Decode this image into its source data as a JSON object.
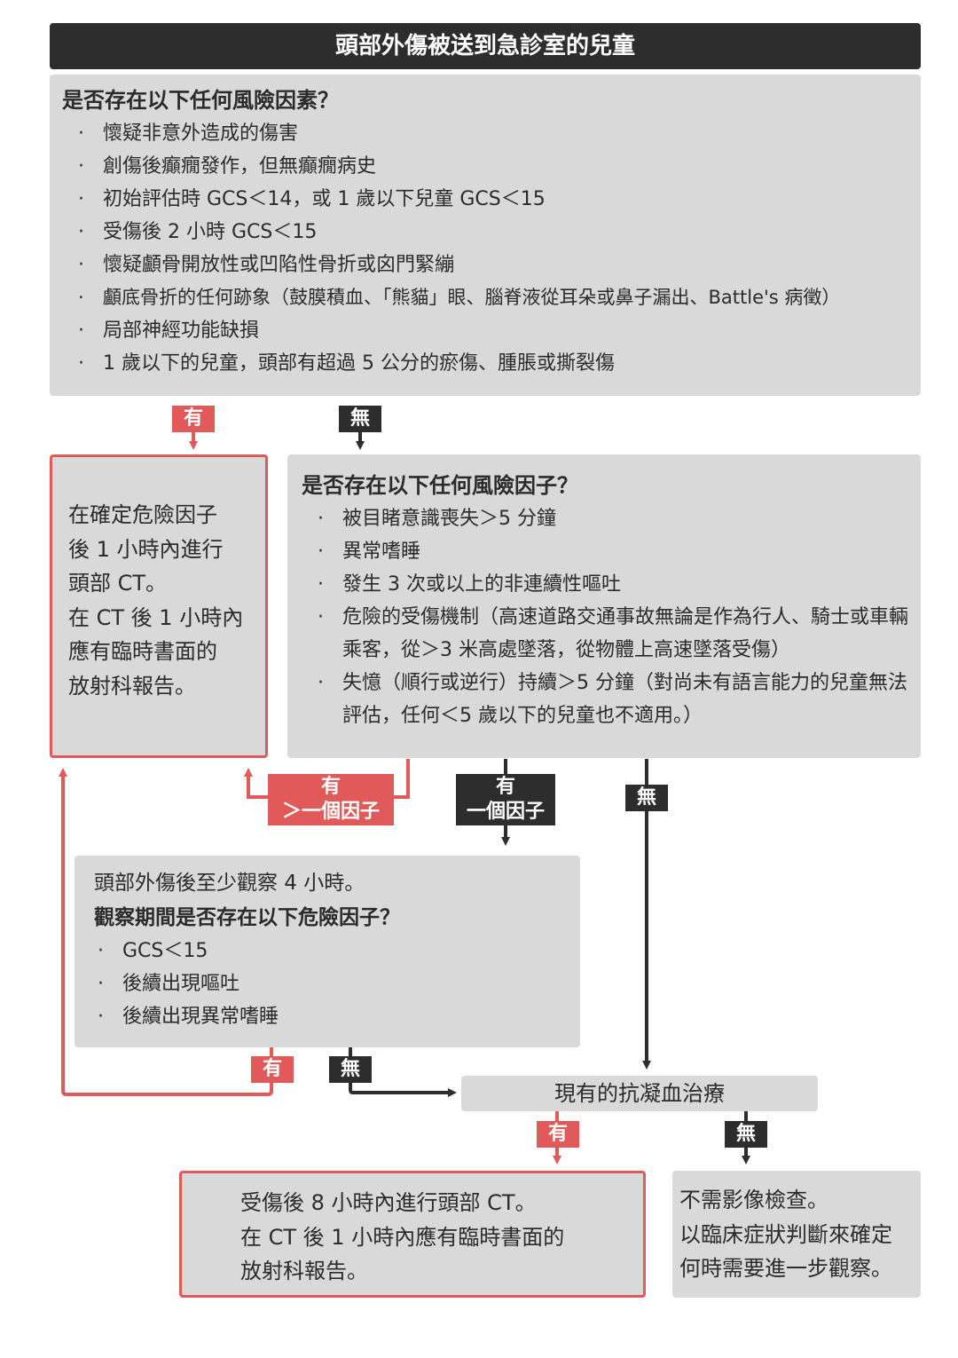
{
  "header": {
    "title": "頭部外傷被送到急診室的兒童"
  },
  "q1": {
    "title": "是否存在以下任何風險因素？",
    "items": [
      "懷疑非意外造成的傷害",
      "創傷後癲癇發作，但無癲癇病史",
      "初始評估時 GCS＜14，或 1 歲以下兒童 GCS＜15",
      "受傷後 2 小時 GCS＜15",
      "懷疑顱骨開放性或凹陷性骨折或囟門緊繃",
      "顱底骨折的任何跡象（鼓膜積血、「熊貓」眼、腦脊液從耳朵或鼻子漏出、Battle's 病徵）",
      "局部神經功能缺損",
      "1 歲以下的兒童，頭部有超過 5 公分的瘀傷、腫脹或撕裂傷"
    ]
  },
  "ct1": {
    "lines": [
      "在確定危險因子",
      "後 1 小時內進行",
      "頭部 CT。",
      "在 CT 後 1 小時內",
      "應有臨時書面的",
      "放射科報告。"
    ]
  },
  "q2": {
    "title": "是否存在以下任何風險因子？",
    "items": [
      "被目睹意識喪失＞5 分鐘",
      "異常嗜睡",
      "發生 3 次或以上的非連續性嘔吐",
      "危險的受傷機制（高速道路交通事故無論是作為行人、騎士或車輛乘客，從＞3 米高處墜落，從物體上高速墜落受傷）",
      "失憶（順行或逆行）持續＞5 分鐘（對尚未有語言能力的兒童無法評估，任何＜5 歲以下的兒童也不適用。）"
    ]
  },
  "observe": {
    "line1": "頭部外傷後至少觀察 4 小時。",
    "title": "觀察期間是否存在以下危險因子？",
    "items": [
      "GCS＜15",
      "後續出現嘔吐",
      "後續出現異常嗜睡"
    ]
  },
  "anticoag": {
    "label": "現有的抗凝血治療"
  },
  "ct2": {
    "lines": [
      "受傷後 8 小時內進行頭部 CT。",
      "在 CT 後 1 小時內應有臨時書面的",
      "放射科報告。"
    ]
  },
  "noimage": {
    "lines": [
      "不需影像檢查。",
      "以臨床症狀判斷來確定",
      "何時需要進一步觀察。"
    ]
  },
  "labels": {
    "yes": "有",
    "no": "無",
    "yes_multi_1": "有",
    "yes_multi_2": "＞一個因子",
    "yes_one_1": "有",
    "yes_one_2": "一個因子"
  },
  "colors": {
    "red": "#e05a5a",
    "dark": "#2d2d2d",
    "grey": "#d9d9d9"
  }
}
